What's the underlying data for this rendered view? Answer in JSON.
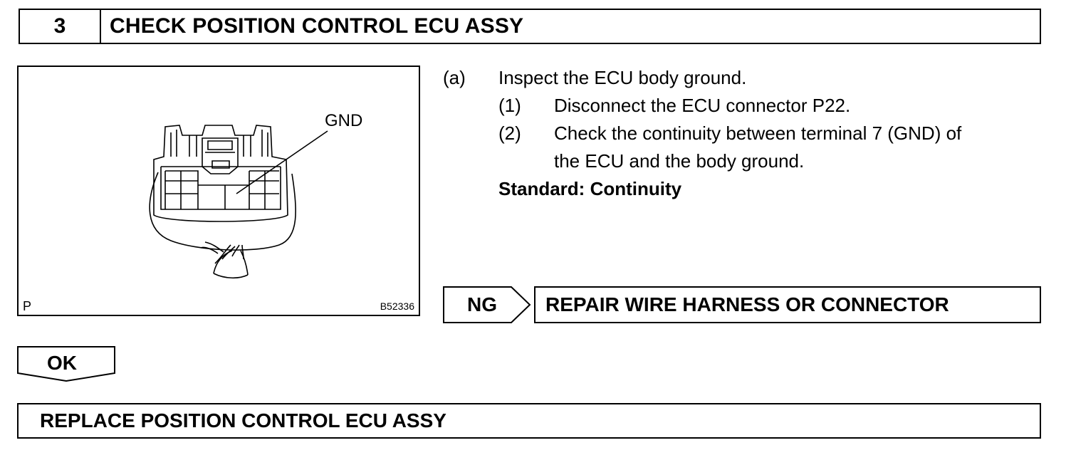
{
  "step": {
    "number": "3",
    "title": "CHECK POSITION CONTROL ECU ASSY"
  },
  "figure": {
    "label_gnd": "GND",
    "label_p": "P",
    "code": "B52336",
    "icon": "ecu-connector-illustration"
  },
  "instructions": {
    "a_mark": "(a)",
    "a_text": "Inspect the ECU body ground.",
    "s1_mark": "(1)",
    "s1_text": "Disconnect the ECU connector P22.",
    "s2_mark": "(2)",
    "s2_text_line1": "Check the continuity between terminal 7 (GND) of",
    "s2_text_line2": "the ECU and the body ground.",
    "standard": "Standard: Continuity"
  },
  "ng": {
    "label": "NG",
    "action": "REPAIR WIRE HARNESS OR CONNECTOR"
  },
  "ok": {
    "label": "OK",
    "action": "REPLACE POSITION CONTROL ECU ASSY"
  }
}
